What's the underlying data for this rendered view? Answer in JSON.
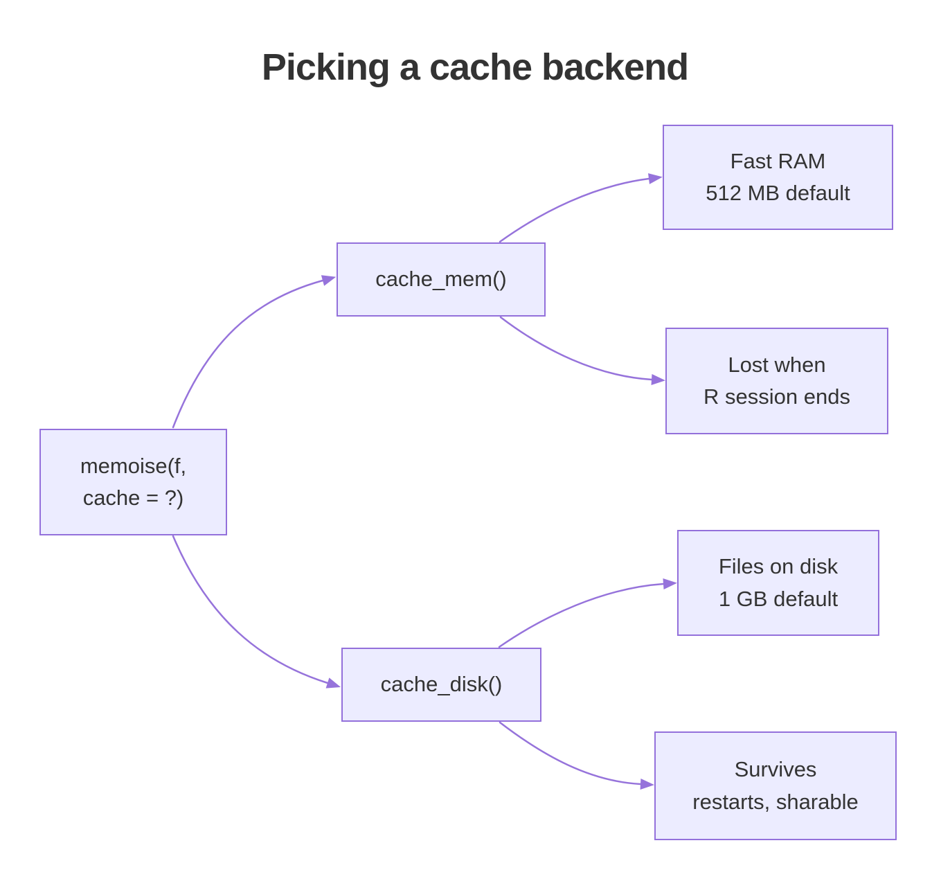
{
  "title": "Picking a cache backend",
  "diagram": {
    "nodes": {
      "root": {
        "lines": [
          "memoise(f,",
          "cache = ?)"
        ]
      },
      "cache_mem": {
        "lines": [
          "cache_mem()"
        ]
      },
      "cache_disk": {
        "lines": [
          "cache_disk()"
        ]
      },
      "mem_pro": {
        "lines": [
          "Fast RAM",
          "512 MB default"
        ]
      },
      "mem_con": {
        "lines": [
          "Lost when",
          "R session ends"
        ]
      },
      "disk_pro": {
        "lines": [
          "Files on disk",
          "1 GB default"
        ]
      },
      "disk_con": {
        "lines": [
          "Survives",
          "restarts, sharable"
        ]
      }
    },
    "edges": [
      {
        "from": "root",
        "to": "cache_mem"
      },
      {
        "from": "cache_mem",
        "to": "mem_pro"
      },
      {
        "from": "cache_mem",
        "to": "mem_con"
      },
      {
        "from": "root",
        "to": "cache_disk"
      },
      {
        "from": "cache_disk",
        "to": "disk_pro"
      },
      {
        "from": "cache_disk",
        "to": "disk_con"
      }
    ],
    "colors": {
      "node_fill": "#ECECFF",
      "node_border": "#9370DB",
      "edge_stroke": "#9673DB",
      "text": "#333333"
    }
  }
}
